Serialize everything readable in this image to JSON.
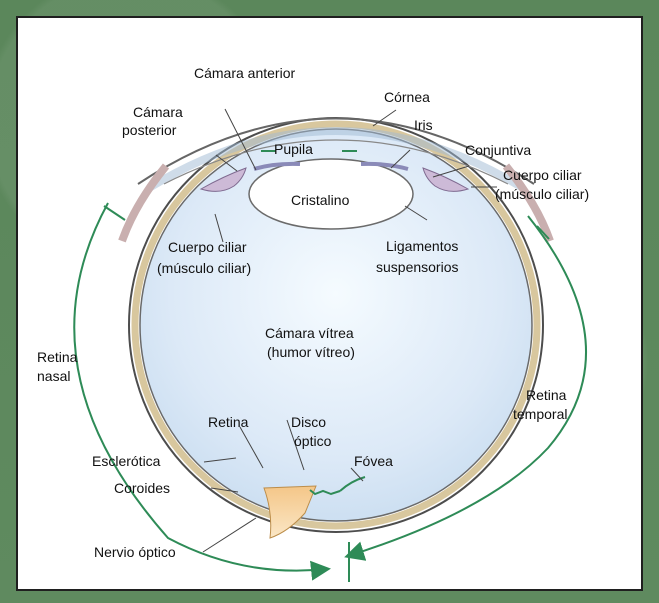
{
  "labels": {
    "camara_anterior": "Cámara anterior",
    "cornea": "Córnea",
    "camara_posterior_1": "Cámara",
    "camara_posterior_2": "posterior",
    "iris": "Iris",
    "pupila": "Pupila",
    "conjuntiva": "Conjuntiva",
    "cuerpo_ciliar_right_1": "Cuerpo ciliar",
    "cuerpo_ciliar_right_2": "(músculo ciliar)",
    "cristalino": "Cristalino",
    "cuerpo_ciliar_left_1": "Cuerpo ciliar",
    "cuerpo_ciliar_left_2": "(músculo ciliar)",
    "ligamentos_1": "Ligamentos",
    "ligamentos_2": "suspensorios",
    "camara_vitrea_1": "Cámara vítrea",
    "camara_vitrea_2": "(humor vítreo)",
    "retina_nasal_1": "Retina",
    "retina_nasal_2": "nasal",
    "retina_temporal_1": "Retina",
    "retina_temporal_2": "temporal",
    "retina": "Retina",
    "disco_optico_1": "Disco",
    "disco_optico_2": "óptico",
    "fovea": "Fóvea",
    "esclerotica": "Esclerótica",
    "coroides": "Coroides",
    "nervio_optico": "Nervio óptico"
  },
  "colors": {
    "green_arrow": "#2e8b57",
    "eye_fill": "#dbeaf8",
    "sclera": "#e8d9b3",
    "nerve": "#f1d19f"
  },
  "icons": {
    "arrow": "arrowhead"
  }
}
